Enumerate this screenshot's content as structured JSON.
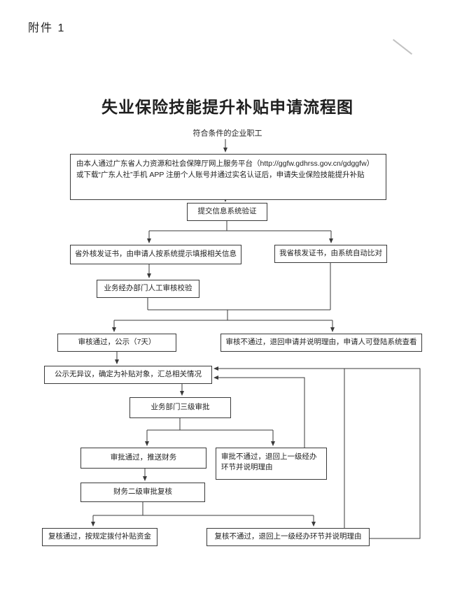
{
  "page": {
    "attachment_label": "附件 1",
    "title": "失业保险技能提升补贴申请流程图",
    "start_label": "符合条件的企业职工"
  },
  "colors": {
    "ink": "#3a3a3a",
    "paper": "#ffffff"
  },
  "flow": {
    "nodes": [
      {
        "id": "register",
        "label": "由本人通过广东省人力资源和社会保障厅网上服务平台（http://ggfw.gdhrss.gov.cn/gdggfw）或下载“广东人社”手机 APP 注册个人账号并通过实名认证后，申请失业保险技能提升补贴"
      },
      {
        "id": "submit",
        "label": "提交信息系统验证"
      },
      {
        "id": "out-province",
        "label": "省外核发证书，由申请人按系统提示填报相关信息"
      },
      {
        "id": "in-province",
        "label": "我省核发证书，由系统自动比对"
      },
      {
        "id": "manual-review",
        "label": "业务经办部门人工审核校验"
      },
      {
        "id": "review-pass",
        "label": "审核通过，公示（7天）"
      },
      {
        "id": "review-fail",
        "label": "审核不通过，退回申请并说明理由，申请人可登陆系统查看"
      },
      {
        "id": "publicity",
        "label": "公示无异议，确定为补贴对象，汇总相关情况"
      },
      {
        "id": "three-level",
        "label": "业务部门三级审批"
      },
      {
        "id": "approve-pass",
        "label": "审批通过，推送财务"
      },
      {
        "id": "approve-fail",
        "label": "审批不通过，退回上一级经办环节并说明理由"
      },
      {
        "id": "finance-review",
        "label": "财务二级审批复核"
      },
      {
        "id": "recheck-pass",
        "label": "复核通过，按规定拨付补贴资金"
      },
      {
        "id": "recheck-fail",
        "label": "复核不通过，退回上一级经办环节并说明理由"
      }
    ],
    "edges": [
      "start→register",
      "register→submit",
      "submit→out-province",
      "submit→in-province",
      "out-province→manual-review",
      "manual-review+in-province→review-pass",
      "manual-review+in-province→review-fail",
      "review-pass→publicity",
      "publicity→three-level",
      "three-level→approve-pass",
      "three-level→approve-fail",
      "approve-pass→finance-review",
      "finance-review→recheck-pass",
      "finance-review→recheck-fail",
      "approve-fail→publicity",
      "recheck-fail→publicity"
    ]
  }
}
